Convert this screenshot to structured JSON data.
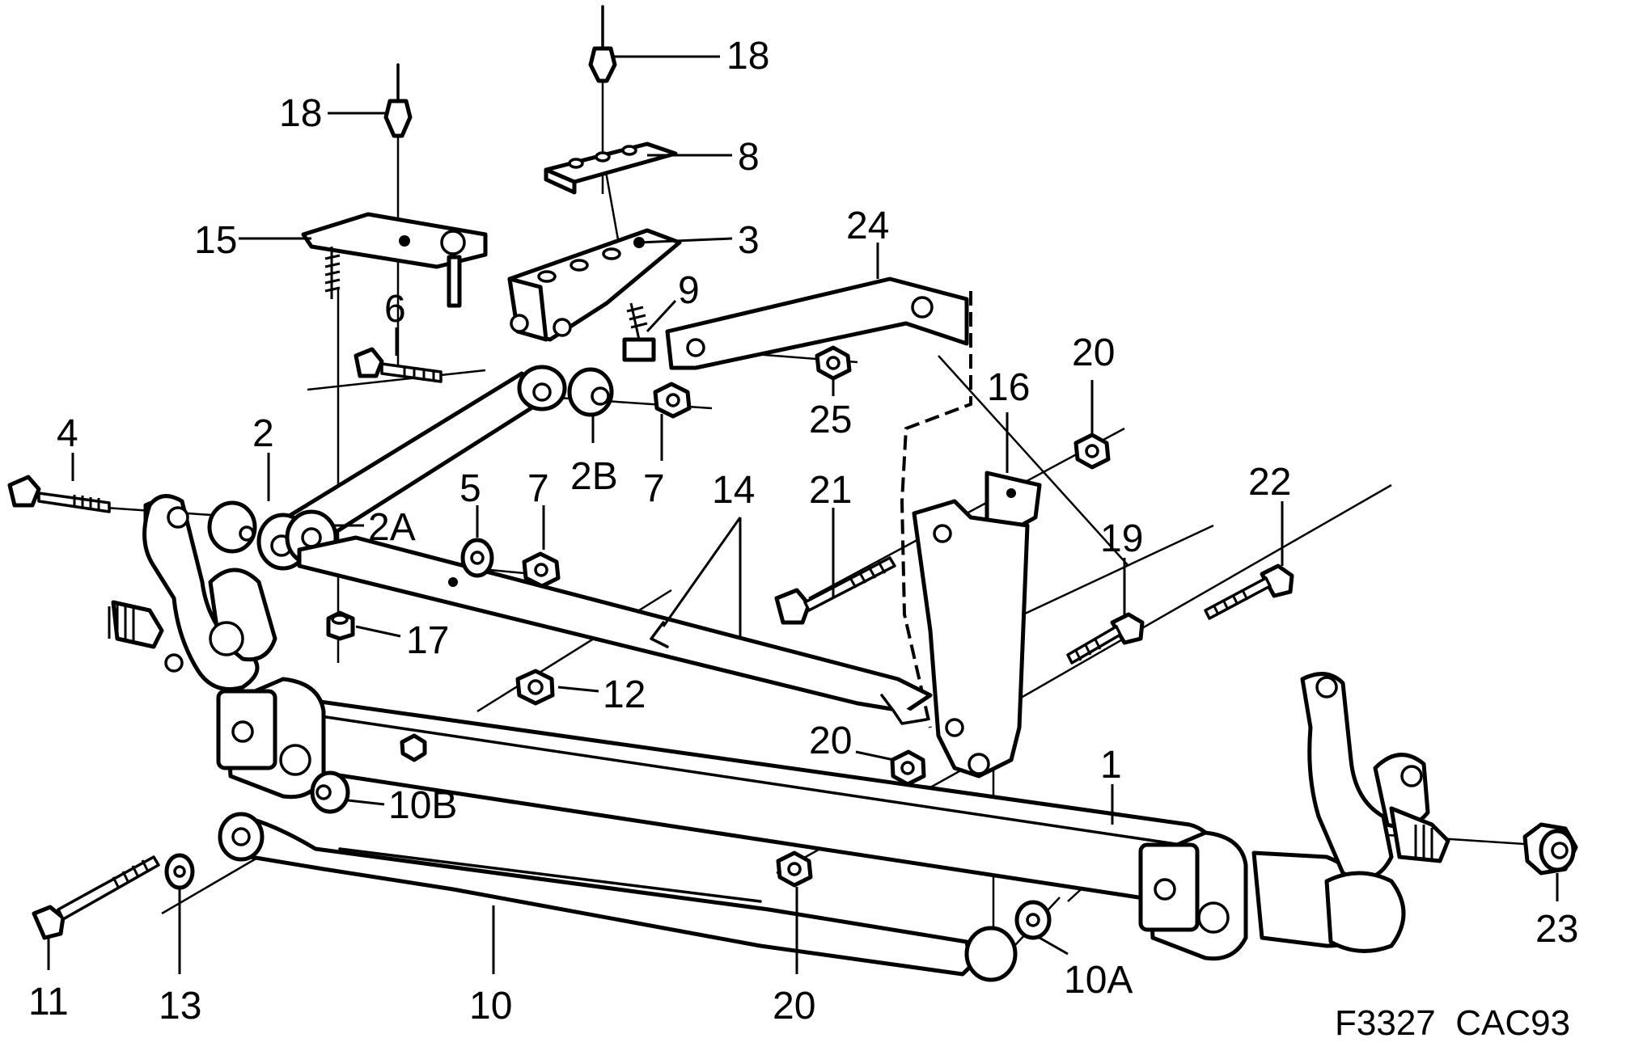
{
  "labels": {
    "l18a": "18",
    "l18b": "18",
    "l8": "8",
    "l15": "15",
    "l3": "3",
    "l24": "24",
    "l9": "9",
    "l6": "6",
    "l25": "25",
    "l20a": "20",
    "l16": "16",
    "l4": "4",
    "l2": "2",
    "l2b": "2B",
    "l7a": "7",
    "l5": "5",
    "l7b": "7",
    "l14": "14",
    "l21": "21",
    "l22": "22",
    "l2a": "2A",
    "l19": "19",
    "l17": "17",
    "l12": "12",
    "l20b": "20",
    "l1": "1",
    "l10b": "10B",
    "l23": "23",
    "l11": "11",
    "l13": "13",
    "l10": "10",
    "l20c": "20",
    "l10a": "10A"
  },
  "figure_code": "F3327  CAC93"
}
